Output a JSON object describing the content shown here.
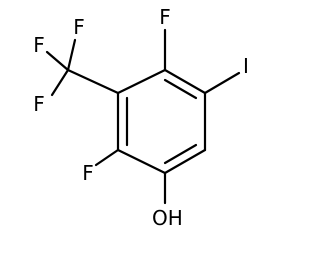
{
  "molecule": {
    "atoms": {
      "f_top": "F",
      "i_iodo": "I",
      "f_left": "F",
      "oh": "OH",
      "cf3_f1": "F",
      "cf3_f2": "F",
      "cf3_f3": "F"
    }
  }
}
